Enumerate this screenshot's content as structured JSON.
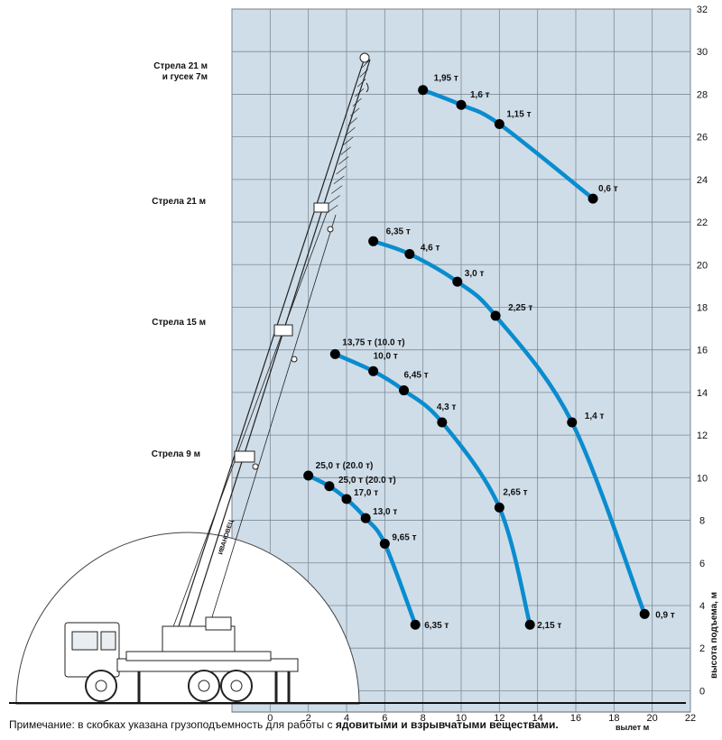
{
  "chart_data": {
    "type": "line",
    "xlabel": "вылет  м",
    "ylabel": "высота подъема, м",
    "xlim": [
      -2,
      22
    ],
    "ylim": [
      -1,
      32
    ],
    "x_ticks": [
      0,
      2,
      4,
      6,
      8,
      10,
      12,
      14,
      16,
      18,
      20,
      22
    ],
    "y_ticks": [
      0,
      2,
      4,
      6,
      8,
      10,
      12,
      14,
      16,
      18,
      20,
      22,
      24,
      26,
      28,
      30,
      32
    ],
    "grid": true,
    "colors": {
      "background": "#cfdde8",
      "grid": "#7d8b96",
      "curve": "#0a8ccf",
      "point": "#000000"
    },
    "series": [
      {
        "name": "Стрела 21 м и гусек 7м",
        "name_lines": [
          "Стрела 21 м",
          "и гусек 7м"
        ],
        "points": [
          {
            "x": 8.0,
            "y": 28.2,
            "label": "1,95 т"
          },
          {
            "x": 10.0,
            "y": 27.5,
            "label": "1,6 т"
          },
          {
            "x": 12.0,
            "y": 26.6,
            "label": "1,15 т"
          },
          {
            "x": 16.9,
            "y": 23.1,
            "label": "0,6 т"
          }
        ]
      },
      {
        "name": "Стрела 21 м",
        "name_lines": [
          "Стрела 21 м"
        ],
        "points": [
          {
            "x": 5.4,
            "y": 21.1,
            "label": "6,35 т"
          },
          {
            "x": 7.3,
            "y": 20.5,
            "label": "4,6 т"
          },
          {
            "x": 9.8,
            "y": 19.2,
            "label": "3,0 т"
          },
          {
            "x": 11.8,
            "y": 17.6,
            "label": "2,25 т"
          },
          {
            "x": 15.8,
            "y": 12.6,
            "label": "1,4 т"
          },
          {
            "x": 19.6,
            "y": 3.6,
            "label": "0,9 т"
          }
        ]
      },
      {
        "name": "Стрела 15 м",
        "name_lines": [
          "Стрела 15 м"
        ],
        "points": [
          {
            "x": 3.4,
            "y": 15.8,
            "label": "13,75 т (10.0 т)"
          },
          {
            "x": 5.4,
            "y": 15.0,
            "label": "10,0 т"
          },
          {
            "x": 7.0,
            "y": 14.1,
            "label": "6,45 т"
          },
          {
            "x": 9.0,
            "y": 12.6,
            "label": "4,3 т"
          },
          {
            "x": 12.0,
            "y": 8.6,
            "label": "2,65 т"
          },
          {
            "x": 13.6,
            "y": 3.1,
            "label": "2,15 т"
          }
        ]
      },
      {
        "name": "Стрела 9 м",
        "name_lines": [
          "Стрела 9 м"
        ],
        "points": [
          {
            "x": 2.0,
            "y": 10.1,
            "label": "25,0 т (20.0 т)"
          },
          {
            "x": 3.1,
            "y": 9.6,
            "label": "25,0 т (20.0 т)"
          },
          {
            "x": 4.0,
            "y": 9.0,
            "label": "17,0 т"
          },
          {
            "x": 5.0,
            "y": 8.1,
            "label": "13,0 т"
          },
          {
            "x": 6.0,
            "y": 6.9,
            "label": "9,65 т"
          },
          {
            "x": 7.6,
            "y": 3.1,
            "label": "6,35 т"
          }
        ]
      }
    ]
  },
  "note": {
    "prefix": "Примечание: в скобках указана грузоподъемность для работы с ",
    "bold": "ядовитыми и взрывчатыми веществами.",
    "x_axis_label": "вылет  м"
  },
  "crane": {
    "brand_text": "ИВАНОВЕЦ"
  }
}
